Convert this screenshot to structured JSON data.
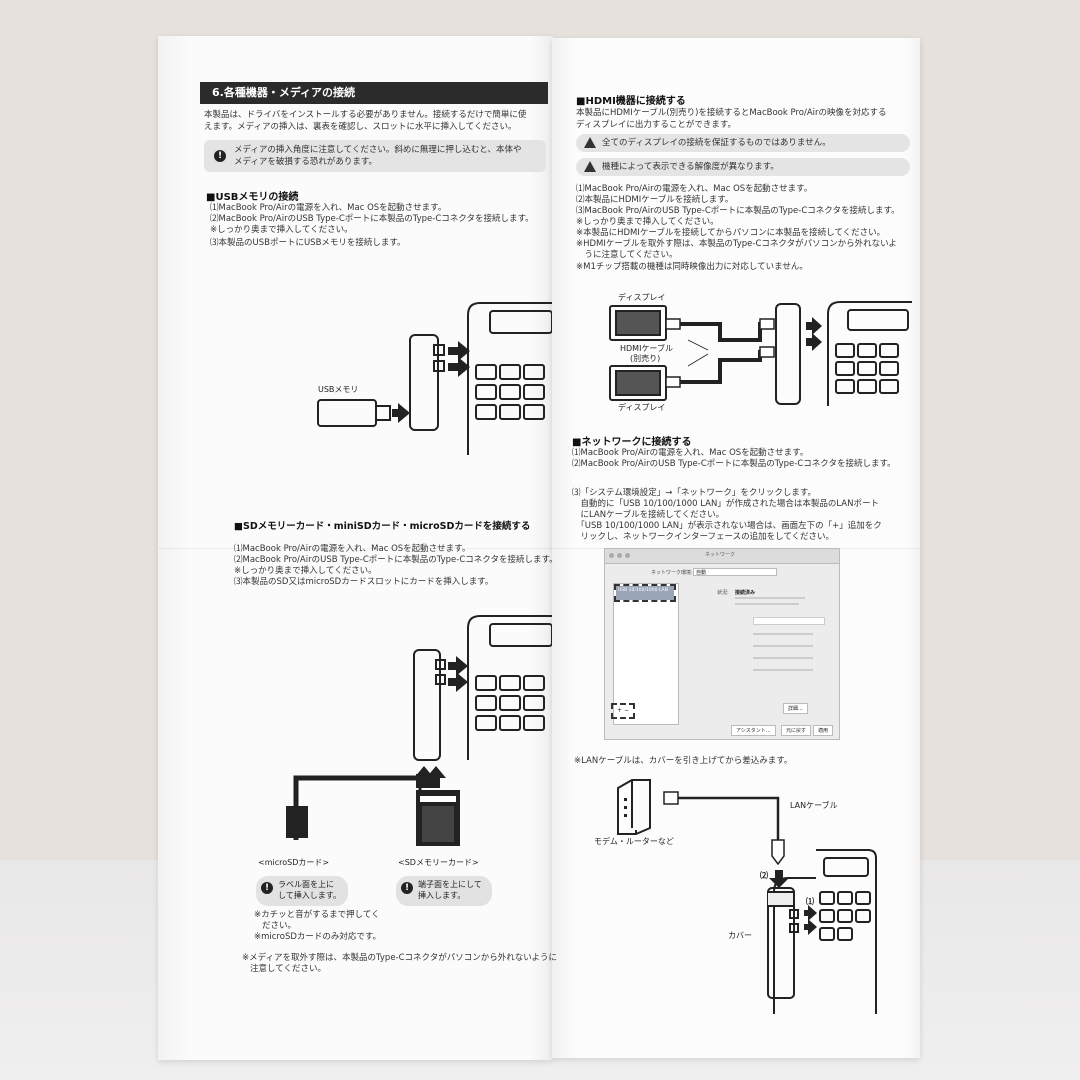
{
  "left": {
    "section_title": "6.各種機器・メディアの接続",
    "intro": [
      "本製品は、ドライバをインストールする必要がありません。接続するだけで簡単に使",
      "えます。メディアの挿入は、裏表を確認し、スロットに水平に挿入してください。"
    ],
    "caution": [
      "メディアの挿入角度に注意してください。斜めに無理に押し込むと、本体や",
      "メディアを破損する恐れがあります。"
    ],
    "usb": {
      "heading": "■USBメモリの接続",
      "steps": [
        "⑴MacBook Pro/Airの電源を入れ、Mac OSを起動させます。",
        "⑵MacBook Pro/AirのUSB Type-Cポートに本製品のType-Cコネクタを接続します。",
        "※しっかり奥まで挿入してください。",
        "⑶本製品のUSBポートにUSBメモリを接続します。"
      ],
      "label": "USBメモリ"
    },
    "sd": {
      "heading": "■SDメモリーカード・miniSDカード・microSDカードを接続する",
      "steps": [
        "⑴MacBook Pro/Airの電源を入れ、Mac OSを起動させます。",
        "⑵MacBook Pro/AirのUSB Type-Cポートに本製品のType-Cコネクタを接続します。",
        "※しっかり奥まで挿入してください。",
        "⑶本製品のSD又はmicroSDカードスロットにカードを挿入します。"
      ],
      "microsd_label": "<microSDカード>",
      "sd_label": "<SDメモリーカード>",
      "microsd_note": [
        "ラベル面を上に",
        "して挿入します。"
      ],
      "sd_note": [
        "端子面を上にして",
        "挿入します。"
      ],
      "click_note": [
        "※カチッと音がするまで押してく",
        "ださい。",
        "※microSDカードのみ対応です。"
      ],
      "remove_note": [
        "※メディアを取外す際は、本製品のType-Cコネクタがパソコンから外れないように",
        "注意してください。"
      ]
    }
  },
  "right": {
    "hdmi": {
      "heading": "■HDMI機器に接続する",
      "intro": [
        "本製品にHDMIケーブル(別売り)を接続するとMacBook Pro/Airの映像を対応する",
        "ディスプレイに出力することができます。"
      ],
      "warn1": "全てのディスプレイの接続を保証するものではありません。",
      "warn2": "機種によって表示できる解像度が異なります。",
      "steps": [
        "⑴MacBook Pro/Airの電源を入れ、Mac OSを起動させます。",
        "⑵本製品にHDMIケーブルを接続します。",
        "⑶MacBook Pro/AirのUSB Type-Cポートに本製品のType-Cコネクタを接続します。",
        "※しっかり奥まで挿入してください。",
        "※本製品にHDMIケーブルを接続してからパソコンに本製品を接続してください。",
        "※HDMIケーブルを取外す際は、本製品のType-Cコネクタがパソコンから外れないよ",
        "　うに注意してください。",
        "※M1チップ搭載の機種は同時映像出力に対応していません。"
      ],
      "display_top": "ディスプレイ",
      "display_bottom": "ディスプレイ",
      "cable_label": "HDMIケーブル",
      "cable_sub": "(別売り)"
    },
    "network": {
      "heading": "■ネットワークに接続する",
      "steps": [
        "⑴MacBook Pro/Airの電源を入れ、Mac OSを起動させます。",
        "⑵MacBook Pro/AirのUSB Type-Cポートに本製品のType-Cコネクタを接続します。",
        "",
        "⑶「システム環境設定」→「ネットワーク」をクリックします。",
        "　自動的に「USB 10/100/1000 LAN」が作成された場合は本製品のLANポート",
        "　にLANケーブルを接続してください。",
        "　「USB 10/100/1000 LAN」が表示されない場合は、画面左下の「+」追加をク",
        "　リックし、ネットワークインターフェースの追加をしてください。"
      ],
      "window_title": "ネットワーク",
      "location_label": "ネットワーク環境:",
      "location_value": "自動",
      "list_item": "USB 10/100/1000 LAN",
      "status_label": "状況:",
      "status_value": "接続済み",
      "btn_detail": "詳細...",
      "btn_assist": "アシスタント...",
      "btn_revert": "元に戻す",
      "btn_apply": "適用",
      "lan_note": "※LANケーブルは、カバーを引き上げてから差込みます。",
      "lan_cable_label": "LANケーブル",
      "modem_label": "モデム・ルーターなど",
      "cover_label": "カバー",
      "step1": "⑴",
      "step2": "⑵"
    }
  }
}
